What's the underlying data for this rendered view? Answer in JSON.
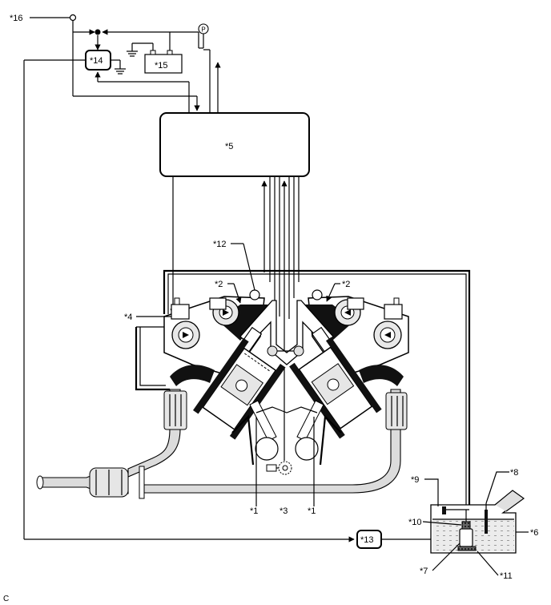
{
  "labels": {
    "l1a": "*1",
    "l1b": "*1",
    "l2a": "*2",
    "l2b": "*2",
    "l3": "*3",
    "l4": "*4",
    "l5": "*5",
    "l6": "*6",
    "l7": "*7",
    "l8": "*8",
    "l9": "*9",
    "l10": "*10",
    "l11": "*11",
    "l12": "*12",
    "l13": "*13",
    "l14": "*14",
    "l15": "*15",
    "l16": "*16"
  },
  "gauge_symbol": "P",
  "figure_code": "C"
}
